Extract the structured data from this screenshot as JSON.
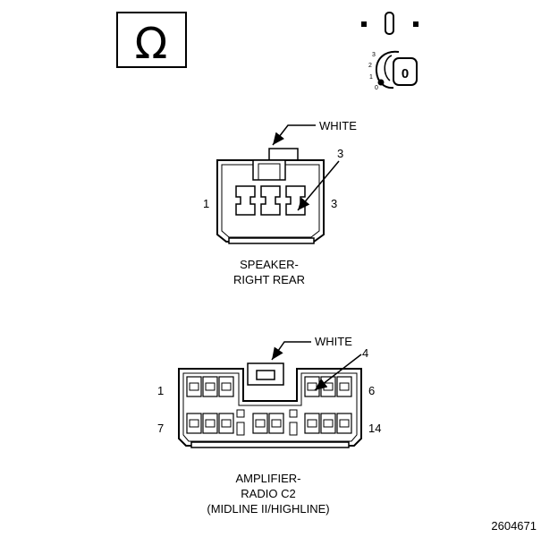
{
  "ohm_symbol": "Ω",
  "key_switch": {
    "positions": [
      "3",
      "2",
      "1",
      "0"
    ],
    "key_label": "0"
  },
  "speaker": {
    "wire_color_label": "WHITE",
    "callout_number": "3",
    "pin_left": "1",
    "pin_right": "3",
    "title_line1": "SPEAKER-",
    "title_line2": "RIGHT REAR"
  },
  "amplifier": {
    "wire_color_label": "WHITE",
    "callout_number": "4",
    "pin_top_left": "1",
    "pin_top_right": "6",
    "pin_bottom_left": "7",
    "pin_bottom_right": "14",
    "title_line1": "AMPLIFIER-",
    "title_line2": "RADIO C2",
    "title_line3": "(MIDLINE II/HIGHLINE)"
  },
  "figure_number": "2604671"
}
